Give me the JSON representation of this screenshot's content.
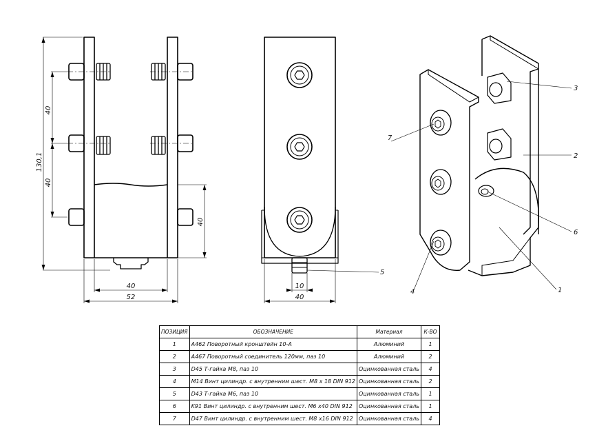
{
  "dimensions": {
    "height_total": "130,1",
    "pitch_upper": "40",
    "pitch_lower": "40",
    "slot_height": "40",
    "inner_width": "40",
    "outer_width": "52",
    "nut_width": "10",
    "bracket_width": "40"
  },
  "callouts": {
    "c1": "1",
    "c2": "2",
    "c3": "3",
    "c4": "4",
    "c5": "5",
    "c6": "6",
    "c7": "7"
  },
  "bom": {
    "headers": {
      "pos": "ПОЗИЦИЯ",
      "name": "ОБОЗНАЧЕНИЕ",
      "material": "Материал",
      "qty": "К-ВО"
    },
    "rows": [
      {
        "pos": "1",
        "name": "A462 Поворотный кронштейн 10-А",
        "material": "Алюминий",
        "qty": "1"
      },
      {
        "pos": "2",
        "name": "A467 Поворотный соединитель 120мм, паз 10",
        "material": "Алюминий",
        "qty": "2"
      },
      {
        "pos": "3",
        "name": "D45 Т-гайка М8, паз 10",
        "material": "Оцинкованная сталь",
        "qty": "4"
      },
      {
        "pos": "4",
        "name": "M14 Винт цилиндр. с внутренним шест. М8 х 18 DIN 912",
        "material": "Оцинкованная сталь",
        "qty": "2"
      },
      {
        "pos": "5",
        "name": "D43 Т-гайка М6, паз 10",
        "material": "Оцинкованная сталь",
        "qty": "1"
      },
      {
        "pos": "6",
        "name": "K91 Винт цилиндр. с внутренним шест. М6 х40 DIN 912",
        "material": "Оцинкованная сталь",
        "qty": "1"
      },
      {
        "pos": "7",
        "name": "D47 Винт цилиндр. с внутренним шест. М8 х16 DIN 912",
        "material": "Оцинкованная сталь",
        "qty": "4"
      }
    ]
  }
}
